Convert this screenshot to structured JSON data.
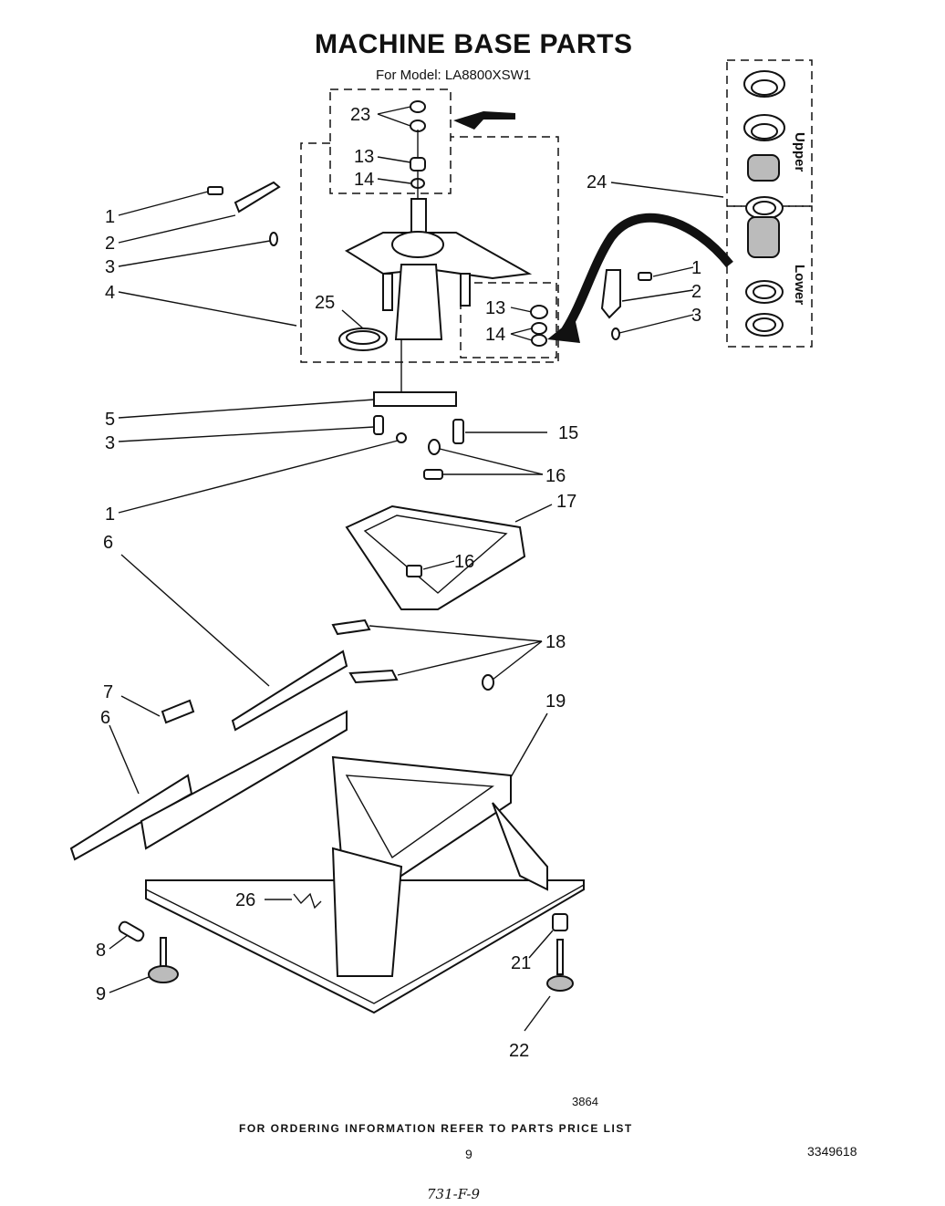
{
  "header": {
    "title": "MACHINE BASE PARTS",
    "model_line": "For Model: LA8800XSW1"
  },
  "labels": {
    "l1a": "1",
    "l2a": "2",
    "l3a": "3",
    "l4": "4",
    "l23": "23",
    "l13a": "13",
    "l14a": "14",
    "l24": "24",
    "l1b": "1",
    "l2b": "2",
    "l3b": "3",
    "l25": "25",
    "l13b": "13",
    "l14b": "14",
    "l5": "5",
    "l3c": "3",
    "l15": "15",
    "l16a": "16",
    "l1c": "1",
    "l17": "17",
    "l6a": "6",
    "l16b": "16",
    "l18": "18",
    "l7": "7",
    "l6b": "6",
    "l19": "19",
    "l26": "26",
    "l8": "8",
    "l9": "9",
    "l21": "21",
    "l22": "22"
  },
  "side_labels": {
    "upper": "Upper",
    "lower": "Lower"
  },
  "footer": {
    "code": "3864",
    "ordering": "FOR ORDERING INFORMATION REFER TO PARTS PRICE LIST",
    "page": "9",
    "part_number": "3349618",
    "handwritten": "731-F-9"
  }
}
